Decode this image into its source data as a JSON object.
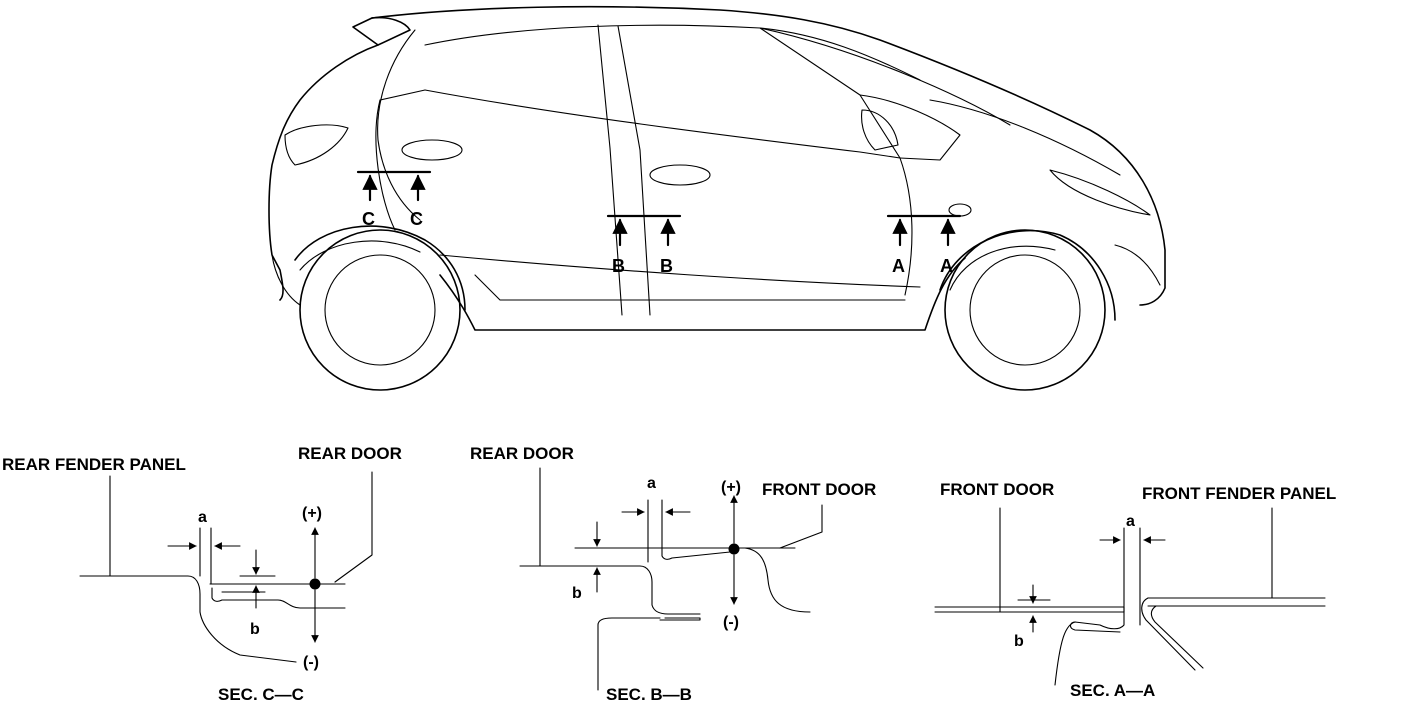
{
  "car_labels": {
    "c_left": "C",
    "c_right": "C",
    "b_left": "B",
    "b_right": "B",
    "a_left": "A",
    "a_right": "A"
  },
  "section_c": {
    "rear_fender_panel": "REAR FENDER PANEL",
    "rear_door": "REAR DOOR",
    "a": "a",
    "b": "b",
    "plus": "(+)",
    "minus": "(-)",
    "caption": "SEC. C—C"
  },
  "section_b": {
    "rear_door": "REAR DOOR",
    "front_door": "FRONT DOOR",
    "a": "a",
    "b": "b",
    "plus": "(+)",
    "minus": "(-)",
    "caption": "SEC. B—B"
  },
  "section_a": {
    "front_door": "FRONT DOOR",
    "front_fender_panel": "FRONT FENDER PANEL",
    "a": "a",
    "b": "b",
    "caption": "SEC. A—A"
  }
}
